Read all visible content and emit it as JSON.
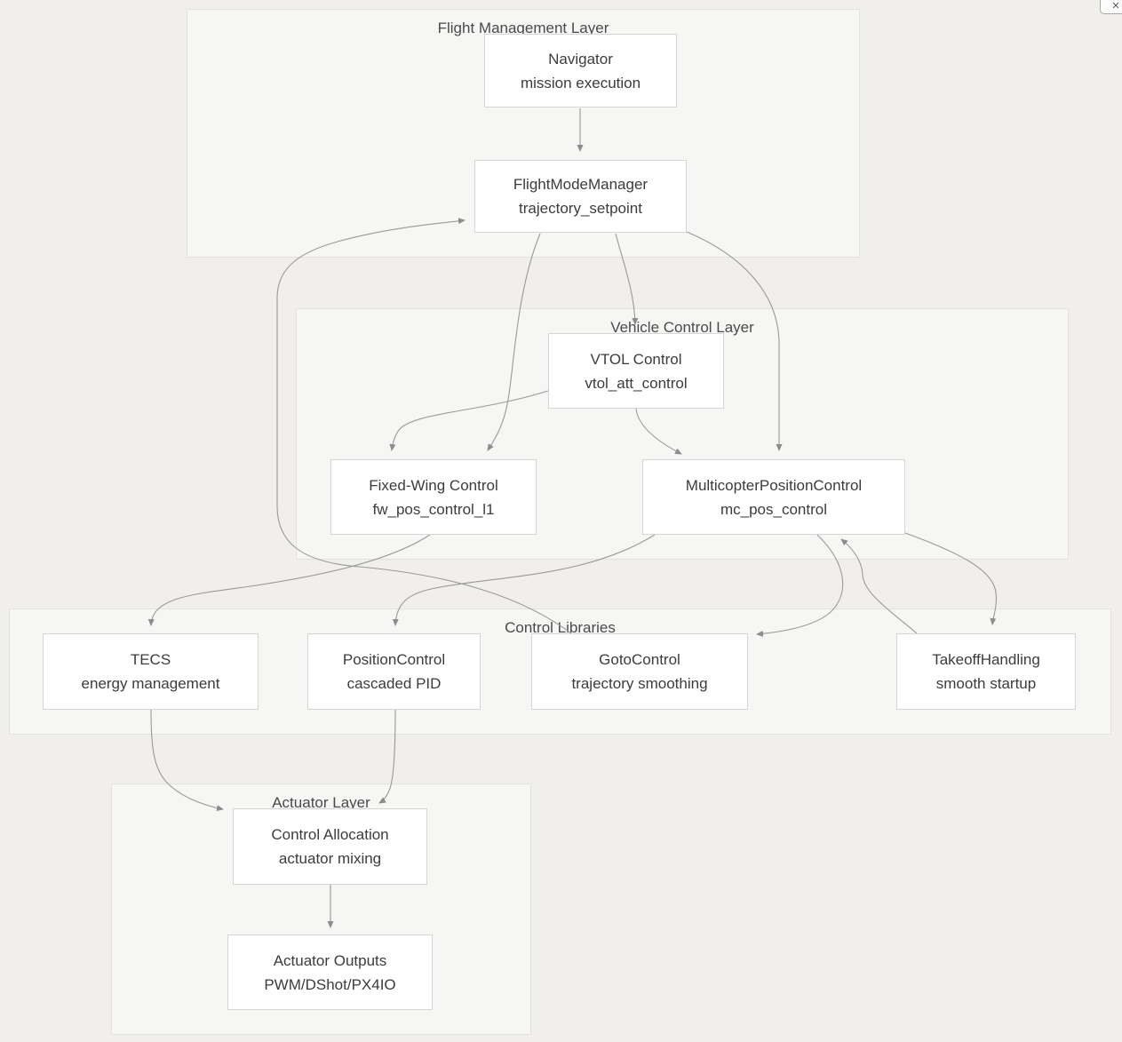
{
  "window": {
    "close_label": "×"
  },
  "colors": {
    "background": "#f0efec",
    "container_fill": "#f6f6f5",
    "container_border": "#e4e2e0",
    "node_fill": "#ffffff",
    "node_border": "#d7d5d3",
    "edge": "#999999",
    "arrow": "#8c8c8c",
    "node_text": "#3c3c3c",
    "label_text": "#4a4a4a"
  },
  "layers": {
    "flight_management": {
      "label": "Flight Management Layer"
    },
    "vehicle_control": {
      "label": "Vehicle Control Layer"
    },
    "control_libraries": {
      "label": "Control Libraries"
    },
    "actuator": {
      "label": "Actuator Layer"
    }
  },
  "nodes": {
    "navigator": {
      "title": "Navigator",
      "subtitle": "mission execution"
    },
    "fmm": {
      "title": "FlightModeManager",
      "subtitle": "trajectory_setpoint"
    },
    "vtol": {
      "title": "VTOL Control",
      "subtitle": "vtol_att_control"
    },
    "fw": {
      "title": "Fixed-Wing Control",
      "subtitle": "fw_pos_control_l1"
    },
    "mc": {
      "title": "MulticopterPositionControl",
      "subtitle": "mc_pos_control"
    },
    "tecs": {
      "title": "TECS",
      "subtitle": "energy management"
    },
    "pos": {
      "title": "PositionControl",
      "subtitle": "cascaded PID"
    },
    "goto": {
      "title": "GotoControl",
      "subtitle": "trajectory smoothing"
    },
    "takeoff": {
      "title": "TakeoffHandling",
      "subtitle": "smooth startup"
    },
    "alloc": {
      "title": "Control Allocation",
      "subtitle": "actuator mixing"
    },
    "outputs": {
      "title": "Actuator Outputs",
      "subtitle": "PWM/DShot/PX4IO"
    }
  },
  "edges": [
    {
      "from": "Navigator",
      "to": "FlightModeManager"
    },
    {
      "from": "FlightModeManager",
      "to": "VTOL Control"
    },
    {
      "from": "FlightModeManager",
      "to": "Fixed-Wing Control"
    },
    {
      "from": "FlightModeManager",
      "to": "MulticopterPositionControl"
    },
    {
      "from": "VTOL Control",
      "to": "Fixed-Wing Control"
    },
    {
      "from": "VTOL Control",
      "to": "MulticopterPositionControl"
    },
    {
      "from": "Fixed-Wing Control",
      "to": "TECS"
    },
    {
      "from": "MulticopterPositionControl",
      "to": "PositionControl"
    },
    {
      "from": "MulticopterPositionControl",
      "to": "GotoControl"
    },
    {
      "from": "MulticopterPositionControl",
      "to": "TakeoffHandling"
    },
    {
      "from": "TakeoffHandling",
      "to": "MulticopterPositionControl"
    },
    {
      "from": "GotoControl",
      "to": "FlightModeManager"
    },
    {
      "from": "TECS",
      "to": "Control Allocation"
    },
    {
      "from": "PositionControl",
      "to": "Control Allocation"
    },
    {
      "from": "Control Allocation",
      "to": "Actuator Outputs"
    }
  ]
}
